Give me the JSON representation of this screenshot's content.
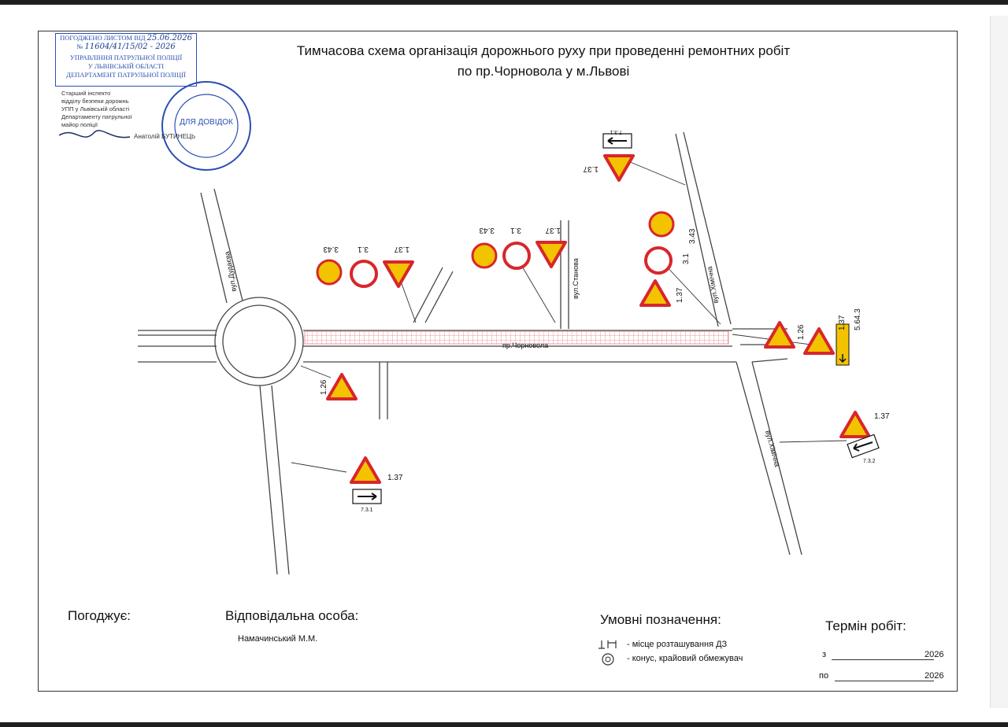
{
  "title": {
    "line1": "Тимчасова схема організація дорожнього руху при проведенні ремонтних робіт",
    "line2": "по пр.Чорновола  у  м.Львові"
  },
  "stamp": {
    "approved_prefix": "ПОГОДЖЕНО ЛИСТОМ ВІД",
    "approved_date": "25.06.2026",
    "number_prefix": "№",
    "number": "11604/41/15/02 - 2026",
    "org_lines": [
      "УПРАВЛІННЯ ПАТРУЛЬНОЇ ПОЛІЦІЇ",
      "У ЛЬВІВСЬКІЙ ОБЛАСТІ",
      "ДЕПАРТАМЕНТ ПАТРУЛЬНОЇ ПОЛІЦІЇ"
    ],
    "inspector_lines": [
      "Старший інспекто",
      "відділу безпеки дорожнь",
      "УПП у Львівській області",
      "Департаменту патрульної",
      "майор поліції"
    ],
    "signer": "Анатолій БУТИНЕЦЬ",
    "round_center": "ДЛЯ ДОВІДОК"
  },
  "streets": {
    "dudayeva": "вул.Дудаєва",
    "stanova": "вул.Станова",
    "khimichna": "вул.Хімічна",
    "kulparkivska": "вул.Хімічна",
    "chornovola": "пр.Чорновола"
  },
  "sign_codes": {
    "s137": "1.37",
    "s31": "3.1",
    "s343": "3.43",
    "s126": "1.26",
    "s564": "5.64.3",
    "s731": "7.3.1",
    "s732": "7.3.2",
    "s733": "7.3.1"
  },
  "footer": {
    "pogodzhuye": "Погоджує:",
    "responsible_title": "Відповідальна особа:",
    "responsible_name": "Намачинський М.М.",
    "legend_title": "Умовні позначення:",
    "legend_sign": "- місце розташування ДЗ",
    "legend_cone": "- конус, крайовий обмежувач",
    "term_title": "Термін робіт:",
    "from_label": "з",
    "to_label": "по",
    "year_from": "2026",
    "year_to": "2026"
  },
  "colors": {
    "sign_red": "#d8262b",
    "sign_yellow": "#f3c300",
    "stamp_blue": "#2a4fb4",
    "work_zone": "#e89aa0"
  }
}
